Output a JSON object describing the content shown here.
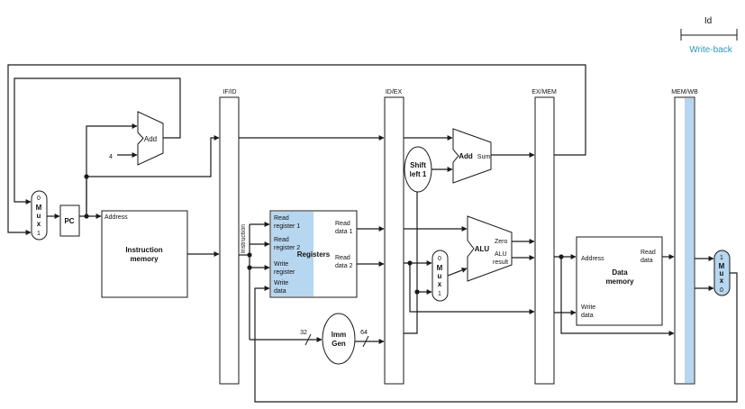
{
  "legend": {
    "top": "Id",
    "bottom": "Write-back",
    "bottom_color": "#2a9bb5"
  },
  "colors": {
    "highlight": "#b7d6f0",
    "line": "#1a1a1a"
  },
  "pipeline_registers": [
    "IF/ID",
    "ID/EX",
    "EX/MEM",
    "MEM/WB"
  ],
  "pc": "PC",
  "constant_four": "4",
  "adder_top": "Add",
  "adder_branch": {
    "name": "Add",
    "output": "Sum"
  },
  "shift_left": [
    "Shift",
    "left 1"
  ],
  "mux_letters": [
    "M",
    "u",
    "x"
  ],
  "mux_pc": {
    "in0": "0",
    "in1": "1"
  },
  "mux_alu": {
    "in0": "0",
    "in1": "1"
  },
  "mux_wb": {
    "in0": "0",
    "in1": "1"
  },
  "instruction_memory": {
    "address": "Address",
    "title": [
      "Instruction",
      "memory"
    ]
  },
  "instruction_label": "Instruction",
  "registers": {
    "title": "Registers",
    "read_register_1": [
      "Read",
      "register 1"
    ],
    "read_register_2": [
      "Read",
      "register 2"
    ],
    "write_register": [
      "Write",
      "register"
    ],
    "write_data": [
      "Write",
      "data"
    ],
    "read_data_1": [
      "Read",
      "data 1"
    ],
    "read_data_2": [
      "Read",
      "data 2"
    ]
  },
  "alu": {
    "name": "ALU",
    "zero": "Zero",
    "result": [
      "ALU",
      "result"
    ]
  },
  "data_memory": {
    "address": "Address",
    "title": [
      "Data",
      "memory"
    ],
    "read_data": [
      "Read",
      "data"
    ],
    "write_data": [
      "Write",
      "data"
    ]
  },
  "imm_gen": {
    "title": [
      "Imm",
      "Gen"
    ],
    "in_width": "32",
    "out_width": "64"
  }
}
